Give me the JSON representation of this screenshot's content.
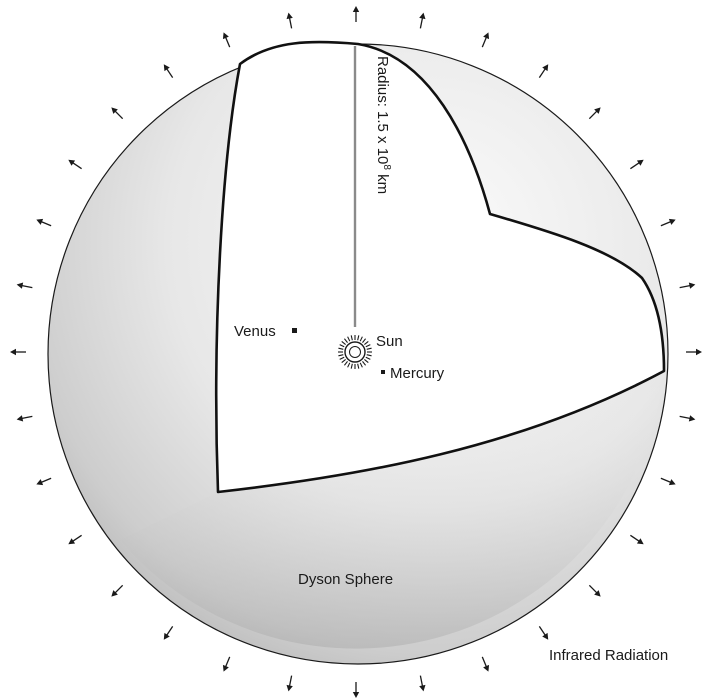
{
  "labels": {
    "radius_prefix": "Radius: 1.5 x 10",
    "radius_exponent": "8",
    "radius_unit": " km",
    "sun": "Sun",
    "venus": "Venus",
    "mercury": "Mercury",
    "sphere": "Dyson Sphere",
    "radiation": "Infrared Radiation"
  },
  "colors": {
    "ink": "#1a1a1a",
    "shell_light": "#f4f4f4",
    "shell_dark": "#b9b9b9",
    "interior": "#ffffff",
    "radius_line": "#8a8a8a"
  },
  "icons": {
    "sun": "sun-icon",
    "planet": "planet-dot-icon",
    "radiation": "arrow-icon"
  }
}
